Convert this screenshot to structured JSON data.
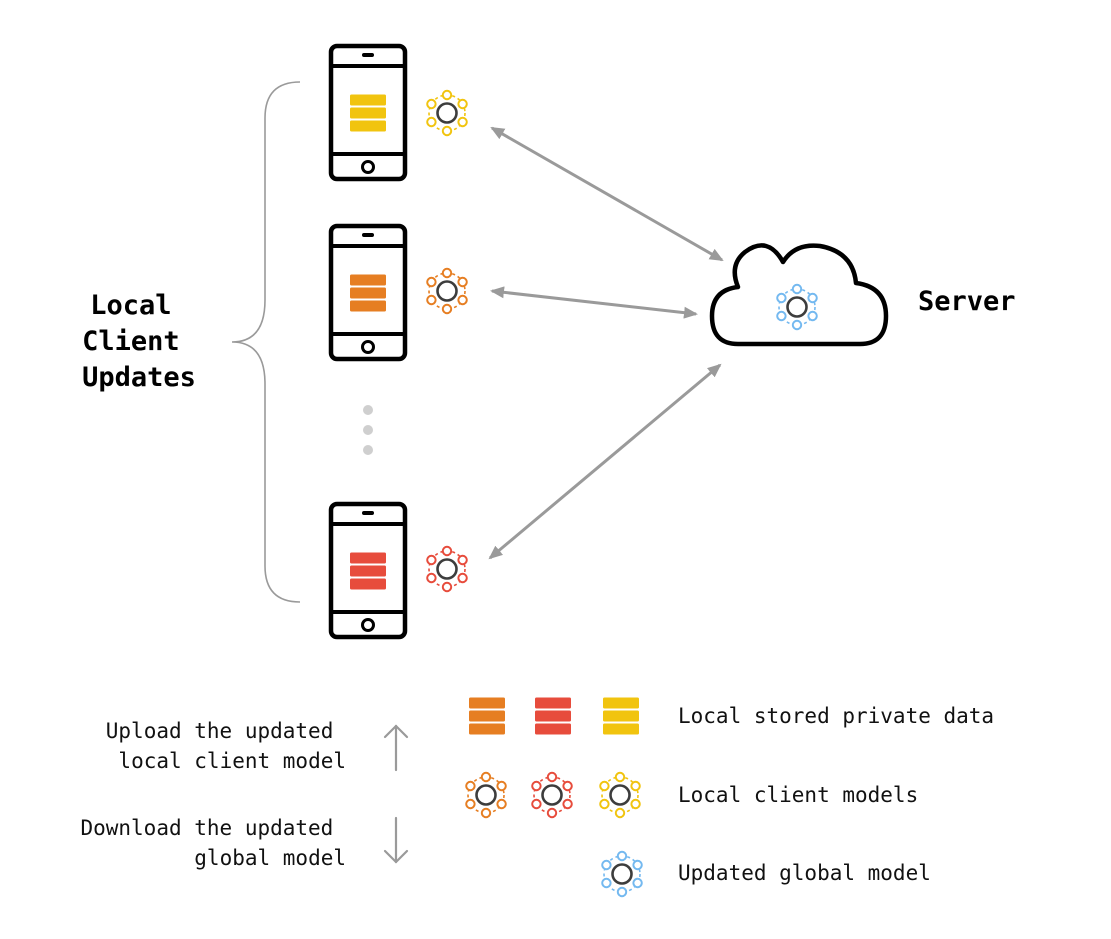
{
  "diagram": {
    "left_label_lines": [
      "Local",
      "Client",
      "Updates"
    ],
    "server_label": "Server",
    "clients": [
      {
        "data_color": "#f1c40f",
        "model_color": "#f1c40f"
      },
      {
        "data_color": "#e67e22",
        "model_color": "#e67e22"
      },
      {
        "data_color": "#e74c3c",
        "model_color": "#e74c3c"
      }
    ],
    "global_model_color": "#74b9f0",
    "arrow_color": "#9a9a9a"
  },
  "legend": {
    "upload_lines": [
      "Upload the updated",
      "local client model"
    ],
    "download_lines": [
      "Download the updated",
      "global model"
    ],
    "data_colors": [
      "#e67e22",
      "#e74c3c",
      "#f1c40f"
    ],
    "model_colors": [
      "#e67e22",
      "#e74c3c",
      "#f1c40f"
    ],
    "global_color": "#74b9f0",
    "private_data_label": "Local stored private data",
    "client_models_label": "Local client models",
    "global_model_label": "Updated global model"
  }
}
